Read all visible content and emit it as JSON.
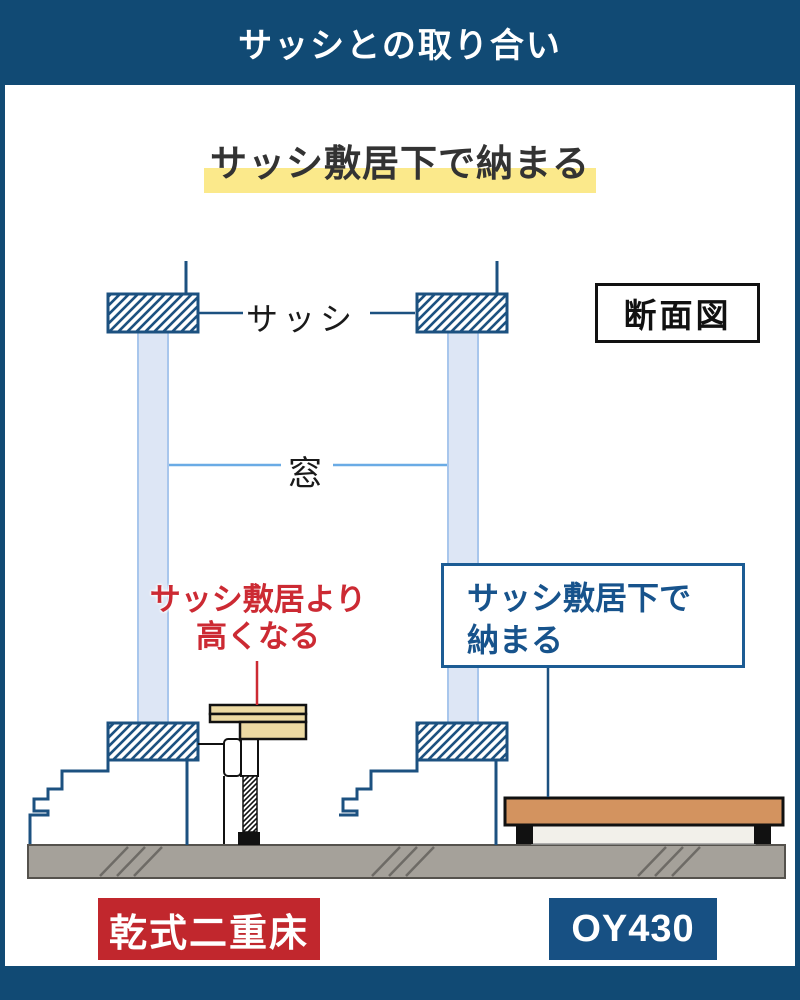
{
  "header": {
    "title": "サッシとの取り合い"
  },
  "heading": {
    "text": "サッシ敷居下で納まる"
  },
  "diagram": {
    "sash_label": "サッシ",
    "window_label": "窓",
    "section_label": "断面図",
    "left_annotation": {
      "line1": "サッシ敷居より",
      "line2": "高くなる"
    },
    "right_callout": {
      "line1": "サッシ敷居下で",
      "line2": "納まる"
    }
  },
  "footer_labels": {
    "left": "乾式二重床",
    "right": "OY430"
  },
  "colors": {
    "banner_blue": "#114a74",
    "line_blue": "#1c5180",
    "pane_fill": "#dde6f5",
    "pane_border": "#a8c6ec",
    "window_line_blue": "#6aabe5",
    "highlight_yellow": "#fbe98b",
    "annotation_red": "#cc2a33",
    "label_red": "#c1272d",
    "label_blue": "#175083",
    "board_beige": "#ecd9a2",
    "plank_brown": "#d3935f",
    "underlay_gray": "#f2f0ea",
    "slab_gray": "#a5a19a",
    "slab_line": "#6e6b66",
    "black_line": "#111111"
  }
}
